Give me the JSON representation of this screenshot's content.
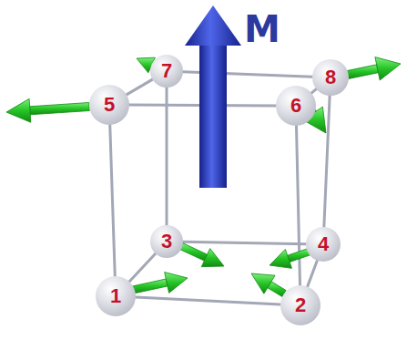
{
  "diagram": {
    "nodes": [
      {
        "text": [
          "1"
        ]
      },
      {
        "text": [
          "2"
        ]
      },
      {
        "text": [
          "3"
        ]
      },
      {
        "text": [
          "4"
        ]
      },
      {
        "text": [
          "5"
        ]
      },
      {
        "text": [
          "6"
        ]
      },
      {
        "text": [
          "7"
        ]
      },
      {
        "text": [
          "8"
        ]
      }
    ],
    "edges": [
      {
        "from": 0,
        "to": 1,
        "arrow": "none"
      },
      {
        "from": 0,
        "to": 2,
        "arrow": "none"
      },
      {
        "from": 1,
        "to": 3,
        "arrow": "none"
      },
      {
        "from": 2,
        "to": 3,
        "arrow": "none"
      },
      {
        "from": 4,
        "to": 5,
        "arrow": "none"
      },
      {
        "from": 4,
        "to": 6,
        "arrow": "none"
      },
      {
        "from": 5,
        "to": 7,
        "arrow": "none"
      },
      {
        "from": 6,
        "to": 7,
        "arrow": "none"
      },
      {
        "from": 0,
        "to": 4,
        "arrow": "none"
      },
      {
        "from": 1,
        "to": 5,
        "arrow": "none"
      },
      {
        "from": 2,
        "to": 6,
        "arrow": "none"
      },
      {
        "from": 3,
        "to": 7,
        "arrow": "none"
      }
    ],
    "labels": [
      "M"
    ]
  }
}
